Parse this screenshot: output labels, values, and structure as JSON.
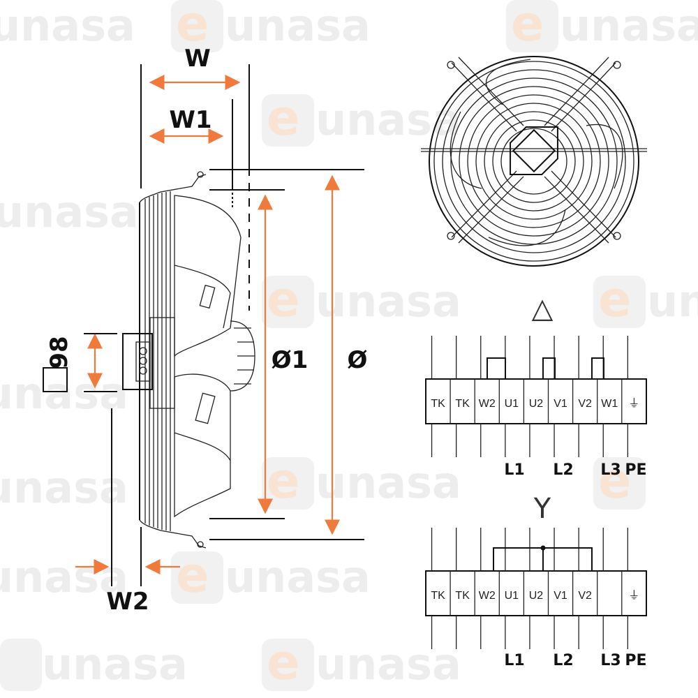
{
  "watermark": {
    "brand": "eunasa",
    "letter": "e",
    "rest": "unasa"
  },
  "dimensions": {
    "w": "W",
    "w1": "W1",
    "w2": "W2",
    "d1": "Ø1",
    "d": "Ø",
    "square": "98"
  },
  "delta_diagram": {
    "symbol": "△",
    "terminals": [
      "TK",
      "TK",
      "W2",
      "U1",
      "U2",
      "V1",
      "V2",
      "W1",
      "⏚"
    ],
    "lines": [
      "L1",
      "L2",
      "L3",
      "PE"
    ]
  },
  "star_diagram": {
    "symbol": "Y",
    "terminals": [
      "TK",
      "TK",
      "W2",
      "U1",
      "U2",
      "V1",
      "V2",
      "",
      "⏚"
    ],
    "lines": [
      "L1",
      "L2",
      "L3",
      "PE"
    ]
  },
  "colors": {
    "arrow": "#ef7a3c",
    "watermark_gray": "#ededed",
    "watermark_orange": "#f9e4d4"
  }
}
